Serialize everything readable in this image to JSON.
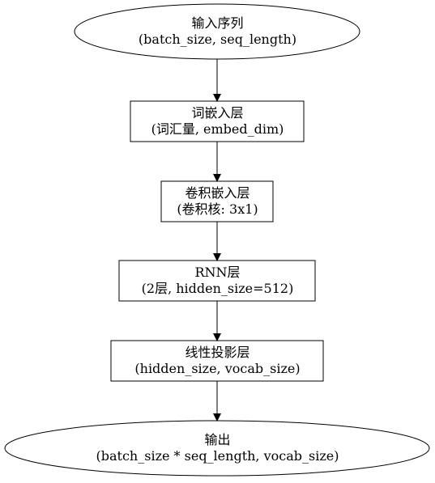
{
  "diagram": {
    "nodes": [
      {
        "id": "input",
        "shape": "ellipse",
        "line1": "输入序列",
        "line2": "(batch_size, seq_length)"
      },
      {
        "id": "embed",
        "shape": "box",
        "line1": "词嵌入层",
        "line2": "(词汇量, embed_dim)"
      },
      {
        "id": "conv",
        "shape": "box",
        "line1": "卷积嵌入层",
        "line2": "(卷积核: 3x1)"
      },
      {
        "id": "rnn",
        "shape": "box",
        "line1": "RNN层",
        "line2": "(2层, hidden_size=512)"
      },
      {
        "id": "linear",
        "shape": "box",
        "line1": "线性投影层",
        "line2": "(hidden_size, vocab_size)"
      },
      {
        "id": "output",
        "shape": "ellipse",
        "line1": "输出",
        "line2": "(batch_size * seq_length, vocab_size)"
      }
    ],
    "edges": [
      {
        "from": "input",
        "to": "embed"
      },
      {
        "from": "embed",
        "to": "conv"
      },
      {
        "from": "conv",
        "to": "rnn"
      },
      {
        "from": "rnn",
        "to": "linear"
      },
      {
        "from": "linear",
        "to": "output"
      }
    ],
    "colors": {
      "stroke": "#000000",
      "fill": "#ffffff",
      "text": "#000000"
    }
  }
}
